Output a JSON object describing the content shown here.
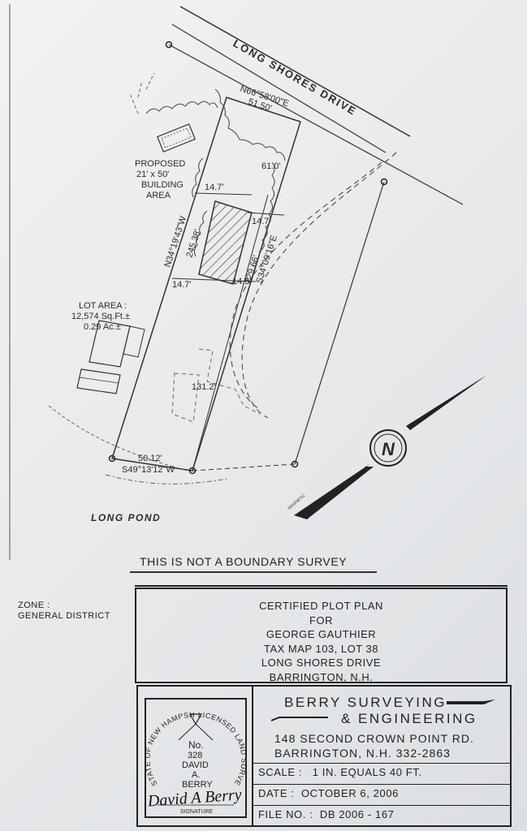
{
  "plan": {
    "road_name": "LONG SHORES DRIVE",
    "bearing_front": "N66°58'00\"E",
    "frontage": "51.50'",
    "dist_61": "61.0'",
    "proposed_1": "PROPOSED",
    "proposed_2": "21' x 50'",
    "proposed_3": "BUILDING",
    "proposed_4": "AREA",
    "setback_top": "14.7'",
    "setback_right_top": "14.7'",
    "setback_left_bottom": "14.7'",
    "setback_right_bottom": "14.5'",
    "bearing_left": "N34°19'43\"W",
    "dist_left": "245.38'",
    "dist_right": "229.66'",
    "bearing_right": "S34°09'16\"E",
    "lot_area_1": "LOT AREA :",
    "lot_area_2": "12,574 Sq.Ft.±",
    "lot_area_3": "0.29 Ac.±",
    "dist_131": "131.2'",
    "rear_dist": "50.12'",
    "rear_bearing": "S49°13'12\"W",
    "pond": "LONG POND",
    "north": "N",
    "magnetic": "MAGNETIC"
  },
  "notice": "THIS IS NOT A BOUNDARY SURVEY",
  "zone": {
    "line1": "ZONE :",
    "line2": "GENERAL DISTRICT"
  },
  "title": {
    "l1": "CERTIFIED PLOT PLAN",
    "l2": "FOR",
    "l3": "GEORGE GAUTHIER",
    "l4": "TAX MAP 103, LOT 38",
    "l5": "LONG SHORES DRIVE",
    "l6": "BARRINGTON, N.H."
  },
  "seal": {
    "arc_left": "STATE OF NEW HAMPSHIRE",
    "arc_right": "LICENSED LAND SURVEYOR",
    "no": "No.",
    "num": "328",
    "first": "DAVID",
    "mid": "A.",
    "last": "BERRY",
    "signature_label": "SIGNATURE",
    "signature": "David A Berry"
  },
  "firm": {
    "name1": "BERRY  SURVEYING",
    "name2": "&  ENGINEERING",
    "addr1": "148 SECOND CROWN POINT RD.",
    "addr2": "BARRINGTON, N.H.    332-2863",
    "scale_label": "SCALE   :",
    "scale_value": "1 IN. EQUALS 40 FT.",
    "date_label": "DATE   :",
    "date_value": "OCTOBER 6, 2006",
    "file_label": "FILE NO. :",
    "file_value": "DB 2006  -  167"
  }
}
